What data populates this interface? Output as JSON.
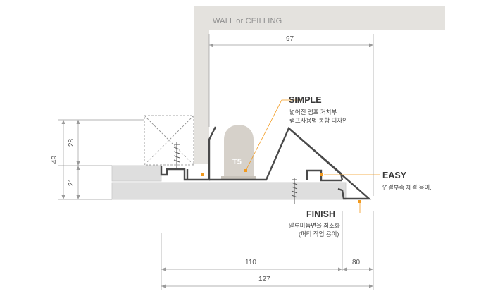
{
  "surface": {
    "label": "WALL or CEILLING"
  },
  "dimensions": {
    "top_width": "97",
    "left_total": "49",
    "left_upper": "28",
    "left_lower": "21",
    "bottom_main": "110",
    "bottom_side": "80",
    "bottom_total": "127"
  },
  "lamp": {
    "label": "T5"
  },
  "callouts": {
    "simple": {
      "title": "SIMPLE",
      "lines": [
        "넓어진 램프 거치부",
        "램프사용법 통합 디자인"
      ]
    },
    "easy": {
      "title": "EASY",
      "lines": [
        "연결부속 체결 용이."
      ]
    },
    "finish": {
      "title": "FINISH",
      "lines": [
        "알루미늄면을 최소화",
        "(퍼티 작업 용이)"
      ]
    }
  },
  "colors": {
    "wall": "#e4e2de",
    "board": "#dedede",
    "profile": "#4a4a4a",
    "lamp": "#d6d1ca",
    "accent": "#f29a1e",
    "dimension": "#9a9a9a"
  }
}
